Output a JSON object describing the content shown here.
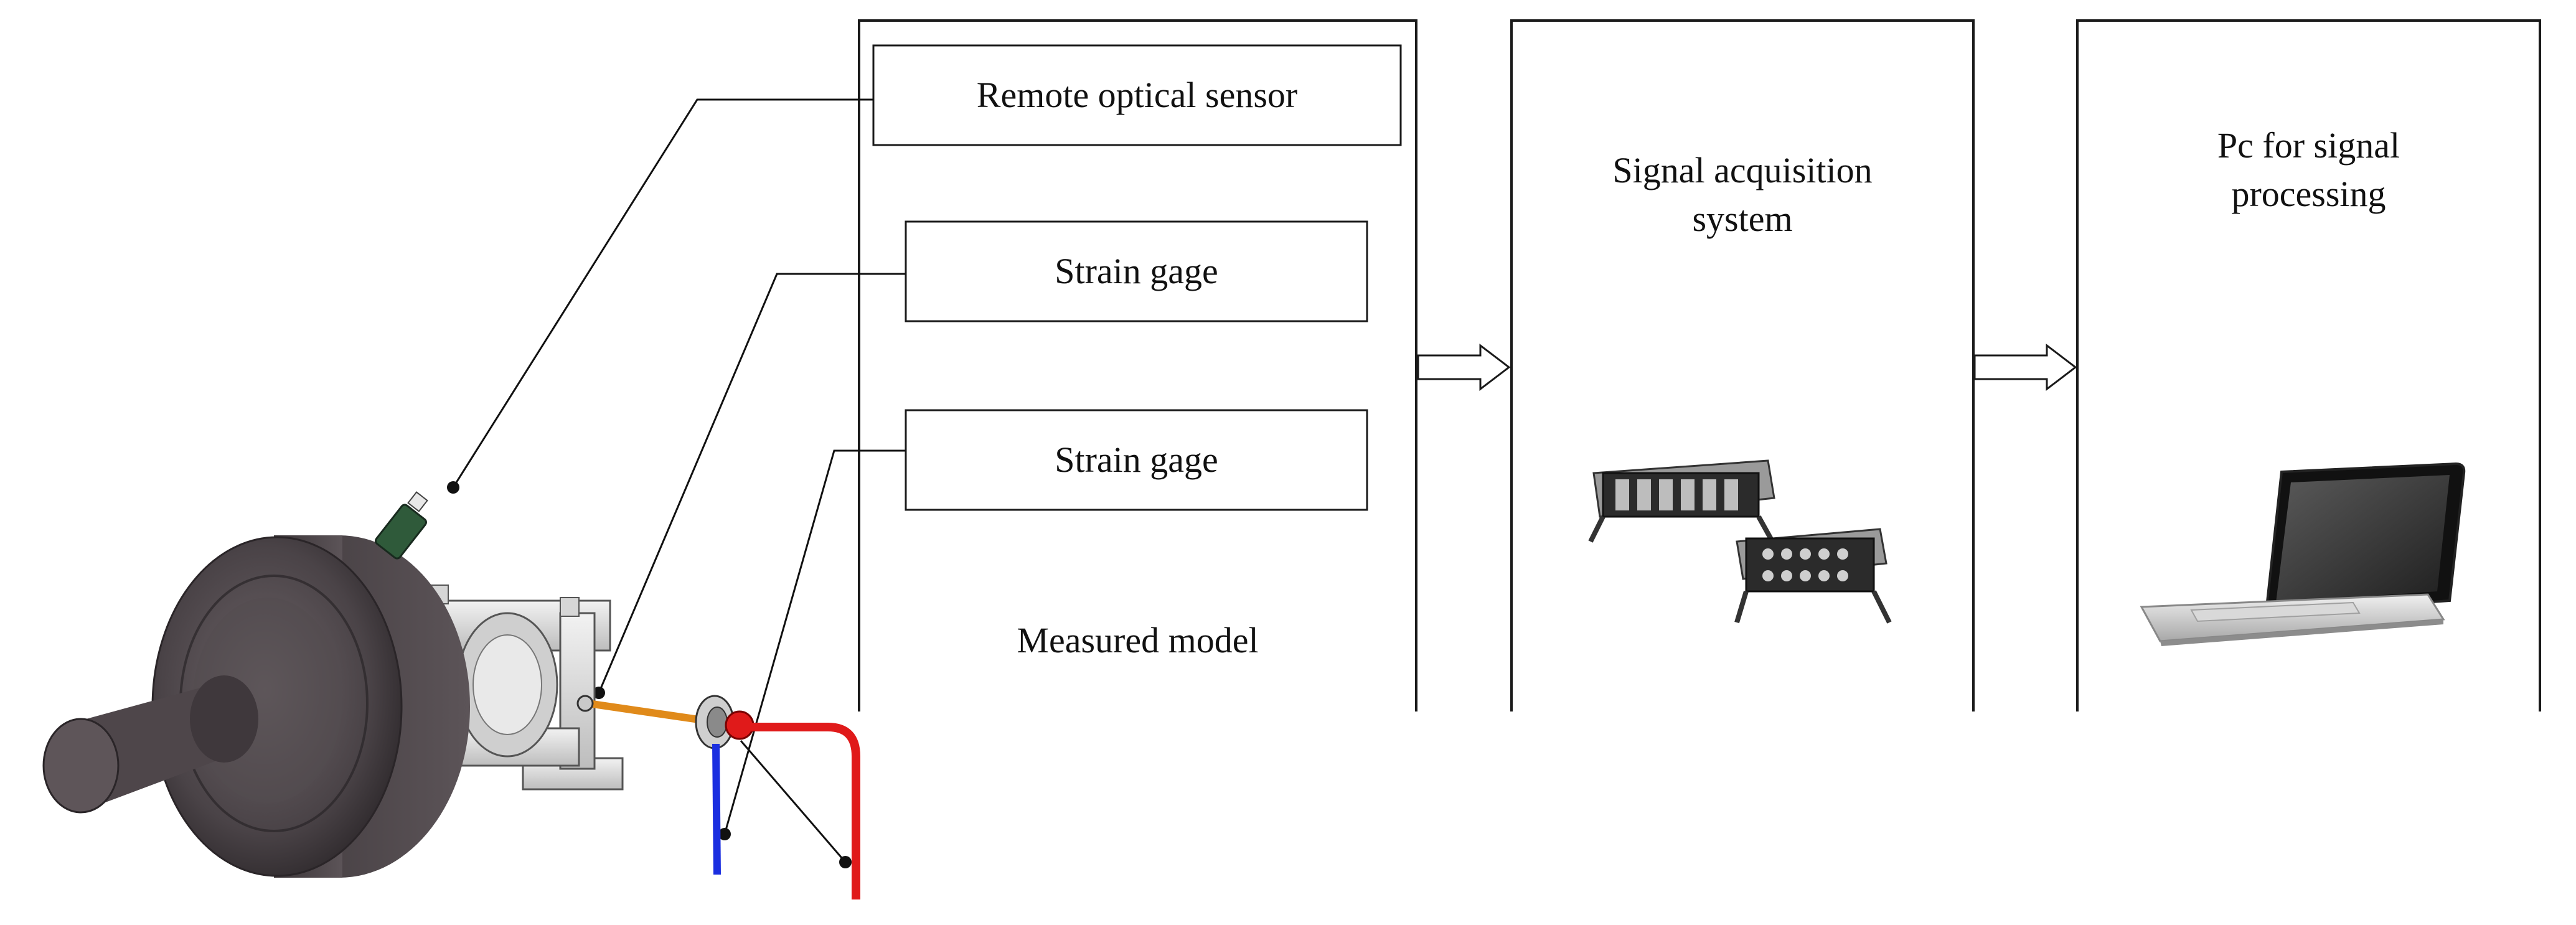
{
  "measured_model": {
    "sensor_box_label": "Remote optical sensor",
    "strain_gage_1_label": "Strain gage",
    "strain_gage_2_label": "Strain gage",
    "caption": "Measured model"
  },
  "acquisition": {
    "line1": "Signal acquisition",
    "line2": "system"
  },
  "pc": {
    "line1": "Pc for signal",
    "line2": "processing"
  },
  "colors": {
    "frame": "#1a1a1a",
    "leader_line": "#111111",
    "rotor": "#4a4347",
    "shaft_orange": "#e08a1a",
    "cable_red": "#e01a1a",
    "cable_blue": "#1a2ee0",
    "sensor_green": "#2f5a3a"
  }
}
